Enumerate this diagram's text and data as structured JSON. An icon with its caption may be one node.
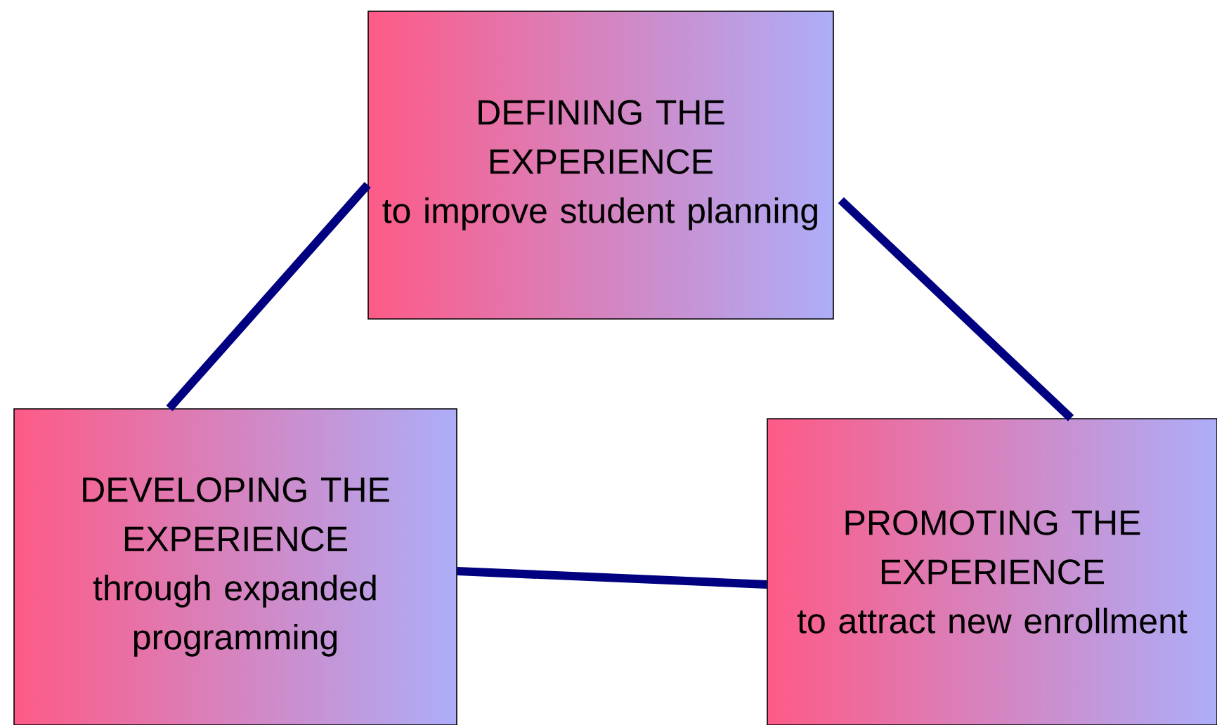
{
  "diagram": {
    "nodes": [
      {
        "text": [
          "DEFINING THE EXPERIENCE",
          "to improve student planning"
        ]
      },
      {
        "text": [
          "DEVELOPING THE EXPERIENCE",
          "through expanded programming"
        ]
      },
      {
        "text": [
          "PROMOTING THE EXPERIENCE",
          "to attract new enrollment"
        ]
      }
    ],
    "edges": [
      {
        "from": 0,
        "to": 1,
        "arrow": "none"
      },
      {
        "from": 0,
        "to": 2,
        "arrow": "none"
      },
      {
        "from": 1,
        "to": 2,
        "arrow": "none"
      }
    ]
  }
}
